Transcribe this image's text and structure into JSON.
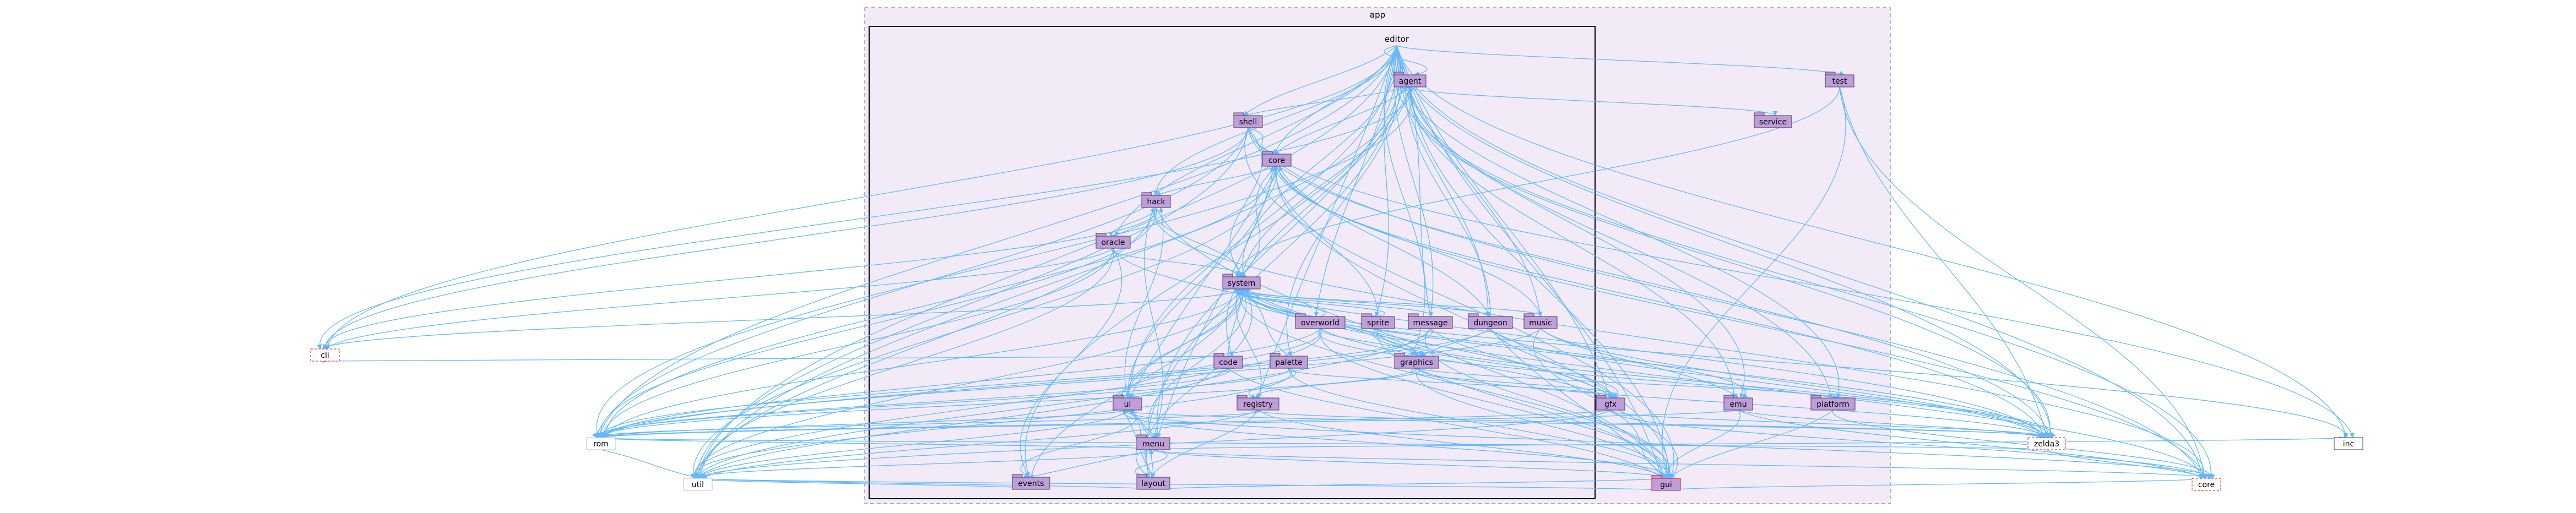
{
  "diagram": {
    "clusters": {
      "app": {
        "label": "app",
        "fill": "#f2ebf7",
        "stroke": "#6c6c6c"
      },
      "editor": {
        "label": "editor",
        "fill": "#f2ebf7",
        "stroke": "#000000"
      }
    },
    "nodes": [
      {
        "id": "agent",
        "label": "agent",
        "kind": "dir"
      },
      {
        "id": "shell",
        "label": "shell",
        "kind": "dir"
      },
      {
        "id": "core_ed",
        "label": "core",
        "kind": "dir"
      },
      {
        "id": "hack",
        "label": "hack",
        "kind": "dir"
      },
      {
        "id": "oracle",
        "label": "oracle",
        "kind": "dir"
      },
      {
        "id": "system",
        "label": "system",
        "kind": "dir"
      },
      {
        "id": "overworld",
        "label": "overworld",
        "kind": "dir"
      },
      {
        "id": "sprite",
        "label": "sprite",
        "kind": "dir"
      },
      {
        "id": "message",
        "label": "message",
        "kind": "dir"
      },
      {
        "id": "dungeon",
        "label": "dungeon",
        "kind": "dir"
      },
      {
        "id": "music",
        "label": "music",
        "kind": "dir"
      },
      {
        "id": "code",
        "label": "code",
        "kind": "dir"
      },
      {
        "id": "palette",
        "label": "palette",
        "kind": "dir"
      },
      {
        "id": "graphics",
        "label": "graphics",
        "kind": "dir"
      },
      {
        "id": "ui",
        "label": "ui",
        "kind": "dir"
      },
      {
        "id": "registry",
        "label": "registry",
        "kind": "dir"
      },
      {
        "id": "menu",
        "label": "menu",
        "kind": "dir"
      },
      {
        "id": "events",
        "label": "events",
        "kind": "dir"
      },
      {
        "id": "layout",
        "label": "layout",
        "kind": "dir"
      },
      {
        "id": "test",
        "label": "test",
        "kind": "dir"
      },
      {
        "id": "service",
        "label": "service",
        "kind": "dir"
      },
      {
        "id": "gfx",
        "label": "gfx",
        "kind": "dir"
      },
      {
        "id": "emu",
        "label": "emu",
        "kind": "dir"
      },
      {
        "id": "platform",
        "label": "platform",
        "kind": "dir"
      },
      {
        "id": "gui",
        "label": "gui",
        "kind": "dir-red"
      },
      {
        "id": "cli",
        "label": "cli",
        "kind": "ext-red"
      },
      {
        "id": "rom",
        "label": "rom",
        "kind": "ext"
      },
      {
        "id": "util",
        "label": "util",
        "kind": "ext"
      },
      {
        "id": "zelda3",
        "label": "zelda3",
        "kind": "ext-red"
      },
      {
        "id": "inc",
        "label": "inc",
        "kind": "ext-dark"
      },
      {
        "id": "core_ext",
        "label": "core",
        "kind": "ext-red"
      }
    ],
    "styles": {
      "dir_fill": "#bf9fd9",
      "dir_stroke": "#4a3a5e",
      "ext_fill": "#ffffff",
      "ext_stroke": "#bfbfbf",
      "red_stroke": "#ff0000",
      "edge_color": "#63b8ff",
      "text_color": "#000000"
    },
    "edges": [
      [
        "agent",
        "shell"
      ],
      [
        "agent",
        "core_ed"
      ],
      [
        "agent",
        "system"
      ],
      [
        "agent",
        "service"
      ],
      [
        "agent",
        "gui"
      ],
      [
        "agent",
        "cli"
      ],
      [
        "agent",
        "rom"
      ],
      [
        "agent",
        "util"
      ],
      [
        "agent",
        "zelda3"
      ],
      [
        "agent",
        "core_ext"
      ],
      [
        "agent",
        "emu"
      ],
      [
        "agent",
        "platform"
      ],
      [
        "shell",
        "core_ed"
      ],
      [
        "shell",
        "system"
      ],
      [
        "shell",
        "gui"
      ],
      [
        "shell",
        "rom"
      ],
      [
        "shell",
        "util"
      ],
      [
        "shell",
        "cli"
      ],
      [
        "shell",
        "zelda3"
      ],
      [
        "shell",
        "inc"
      ],
      [
        "shell",
        "core_ext"
      ],
      [
        "core_ed",
        "system"
      ],
      [
        "core_ed",
        "hack"
      ],
      [
        "core_ed",
        "gui"
      ],
      [
        "core_ed",
        "rom"
      ],
      [
        "core_ed",
        "util"
      ],
      [
        "core_ed",
        "zelda3"
      ],
      [
        "core_ed",
        "core_ext"
      ],
      [
        "core_ed",
        "ui"
      ],
      [
        "core_ed",
        "menu"
      ],
      [
        "hack",
        "system"
      ],
      [
        "hack",
        "oracle"
      ],
      [
        "hack",
        "rom"
      ],
      [
        "hack",
        "cli"
      ],
      [
        "hack",
        "gui"
      ],
      [
        "hack",
        "core_ext"
      ],
      [
        "hack",
        "util"
      ],
      [
        "oracle",
        "system"
      ],
      [
        "oracle",
        "rom"
      ],
      [
        "oracle",
        "util"
      ],
      [
        "oracle",
        "zelda3"
      ],
      [
        "oracle",
        "events"
      ],
      [
        "oracle",
        "cli"
      ],
      [
        "system",
        "gui"
      ],
      [
        "system",
        "rom"
      ],
      [
        "system",
        "util"
      ],
      [
        "system",
        "zelda3"
      ],
      [
        "system",
        "core_ext"
      ],
      [
        "system",
        "gfx"
      ],
      [
        "system",
        "emu"
      ],
      [
        "system",
        "inc"
      ],
      [
        "system",
        "cli"
      ],
      [
        "system",
        "graphics"
      ],
      [
        "system",
        "ui"
      ],
      [
        "overworld",
        "system"
      ],
      [
        "overworld",
        "gfx"
      ],
      [
        "overworld",
        "zelda3"
      ],
      [
        "overworld",
        "rom"
      ],
      [
        "overworld",
        "gui"
      ],
      [
        "overworld",
        "graphics"
      ],
      [
        "overworld",
        "ui"
      ],
      [
        "overworld",
        "util"
      ],
      [
        "sprite",
        "system"
      ],
      [
        "sprite",
        "gfx"
      ],
      [
        "sprite",
        "zelda3"
      ],
      [
        "sprite",
        "gui"
      ],
      [
        "sprite",
        "core_ed"
      ],
      [
        "message",
        "system"
      ],
      [
        "message",
        "gfx"
      ],
      [
        "message",
        "rom"
      ],
      [
        "message",
        "gui"
      ],
      [
        "message",
        "util"
      ],
      [
        "message",
        "agent"
      ],
      [
        "dungeon",
        "system"
      ],
      [
        "dungeon",
        "gfx"
      ],
      [
        "dungeon",
        "zelda3"
      ],
      [
        "dungeon",
        "gui"
      ],
      [
        "dungeon",
        "rom"
      ],
      [
        "dungeon",
        "core_ed"
      ],
      [
        "dungeon",
        "graphics"
      ],
      [
        "dungeon",
        "agent"
      ],
      [
        "music",
        "system"
      ],
      [
        "music",
        "emu"
      ],
      [
        "music",
        "zelda3"
      ],
      [
        "music",
        "gui"
      ],
      [
        "music",
        "rom"
      ],
      [
        "music",
        "core_ed"
      ],
      [
        "code",
        "system"
      ],
      [
        "code",
        "cli"
      ],
      [
        "code",
        "rom"
      ],
      [
        "code",
        "gui"
      ],
      [
        "code",
        "util"
      ],
      [
        "palette",
        "system"
      ],
      [
        "palette",
        "gfx"
      ],
      [
        "palette",
        "gui"
      ],
      [
        "palette",
        "rom"
      ],
      [
        "palette",
        "registry"
      ],
      [
        "palette",
        "util"
      ],
      [
        "graphics",
        "gfx"
      ],
      [
        "graphics",
        "system"
      ],
      [
        "graphics",
        "gui"
      ],
      [
        "graphics",
        "rom"
      ],
      [
        "graphics",
        "zelda3"
      ],
      [
        "graphics",
        "registry"
      ],
      [
        "graphics",
        "platform"
      ],
      [
        "ui",
        "gui"
      ],
      [
        "ui",
        "rom"
      ],
      [
        "ui",
        "util"
      ],
      [
        "ui",
        "system"
      ],
      [
        "ui",
        "menu"
      ],
      [
        "ui",
        "layout"
      ],
      [
        "ui",
        "events"
      ],
      [
        "ui",
        "zelda3"
      ],
      [
        "ui",
        "core_ext"
      ],
      [
        "ui",
        "hack"
      ],
      [
        "ui",
        "core_ed"
      ],
      [
        "registry",
        "system"
      ],
      [
        "registry",
        "gui"
      ],
      [
        "registry",
        "rom"
      ],
      [
        "registry",
        "util"
      ],
      [
        "registry",
        "zelda3"
      ],
      [
        "registry",
        "layout"
      ],
      [
        "menu",
        "gui"
      ],
      [
        "menu",
        "rom"
      ],
      [
        "menu",
        "util"
      ],
      [
        "menu",
        "layout"
      ],
      [
        "menu",
        "events"
      ],
      [
        "menu",
        "system"
      ],
      [
        "menu",
        "ui"
      ],
      [
        "menu",
        "core_ext"
      ],
      [
        "menu",
        "inc"
      ],
      [
        "menu",
        "hack"
      ],
      [
        "layout",
        "gui"
      ],
      [
        "layout",
        "system"
      ],
      [
        "layout",
        "util"
      ],
      [
        "layout",
        "ui"
      ],
      [
        "layout",
        "menu"
      ],
      [
        "events",
        "system"
      ],
      [
        "events",
        "util"
      ],
      [
        "gfx",
        "gui"
      ],
      [
        "gfx",
        "rom"
      ],
      [
        "gfx",
        "util"
      ],
      [
        "gfx",
        "zelda3"
      ],
      [
        "gfx",
        "core_ext"
      ],
      [
        "emu",
        "gui"
      ],
      [
        "emu",
        "zelda3"
      ],
      [
        "emu",
        "core_ext"
      ],
      [
        "emu",
        "rom"
      ],
      [
        "platform",
        "gui"
      ],
      [
        "platform",
        "core_ext"
      ],
      [
        "test",
        "system"
      ],
      [
        "test",
        "core_ext"
      ],
      [
        "test",
        "zelda3"
      ],
      [
        "test",
        "gui"
      ],
      [
        "editor",
        "agent"
      ],
      [
        "editor",
        "shell"
      ],
      [
        "editor",
        "core_ed"
      ],
      [
        "editor",
        "hack"
      ],
      [
        "editor",
        "system"
      ],
      [
        "editor",
        "test"
      ],
      [
        "editor",
        "gui"
      ],
      [
        "editor",
        "rom"
      ],
      [
        "editor",
        "util"
      ],
      [
        "editor",
        "cli"
      ],
      [
        "editor",
        "zelda3"
      ],
      [
        "editor",
        "core_ext"
      ],
      [
        "editor",
        "inc"
      ],
      [
        "editor",
        "gfx"
      ],
      [
        "editor",
        "emu"
      ],
      [
        "editor",
        "platform"
      ],
      [
        "editor",
        "overworld"
      ],
      [
        "editor",
        "dungeon"
      ],
      [
        "editor",
        "music"
      ],
      [
        "editor",
        "palette"
      ],
      [
        "editor",
        "code"
      ],
      [
        "editor",
        "graphics"
      ],
      [
        "editor",
        "sprite"
      ],
      [
        "editor",
        "message"
      ],
      [
        "editor",
        "ui"
      ],
      [
        "editor",
        "menu"
      ],
      [
        "editor",
        "layout"
      ],
      [
        "editor",
        "events"
      ],
      [
        "editor",
        "registry"
      ],
      [
        "editor",
        "oracle"
      ],
      [
        "gui",
        "util"
      ],
      [
        "gui",
        "core_ext"
      ],
      [
        "zelda3",
        "core_ext"
      ],
      [
        "zelda3",
        "rom"
      ],
      [
        "rom",
        "util"
      ]
    ]
  }
}
